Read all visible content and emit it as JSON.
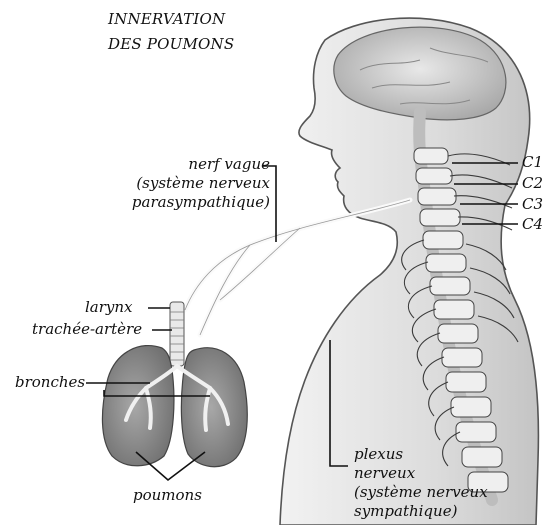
{
  "title": {
    "line1": "INNERVATION",
    "line2": "DES POUMONS"
  },
  "labels": {
    "nerf_vague": [
      "nerf vague",
      "(système nerveux",
      "parasympathique)"
    ],
    "larynx": "larynx",
    "trachee": "trachée-artère",
    "bronches": "bronches",
    "poumons": "poumons",
    "vertebrae": [
      "C1",
      "C2",
      "C3",
      "C4"
    ],
    "plexus": [
      "plexus",
      "nerveux",
      "(système nerveux",
      "sympathique)"
    ]
  },
  "colors": {
    "ink": "#111111",
    "head_shade": "#d9d9d9",
    "brain": "#c8c8c8",
    "lung": "#8c8c8c",
    "nerve": "#f4f4f4",
    "spine": "#eeeeee"
  }
}
